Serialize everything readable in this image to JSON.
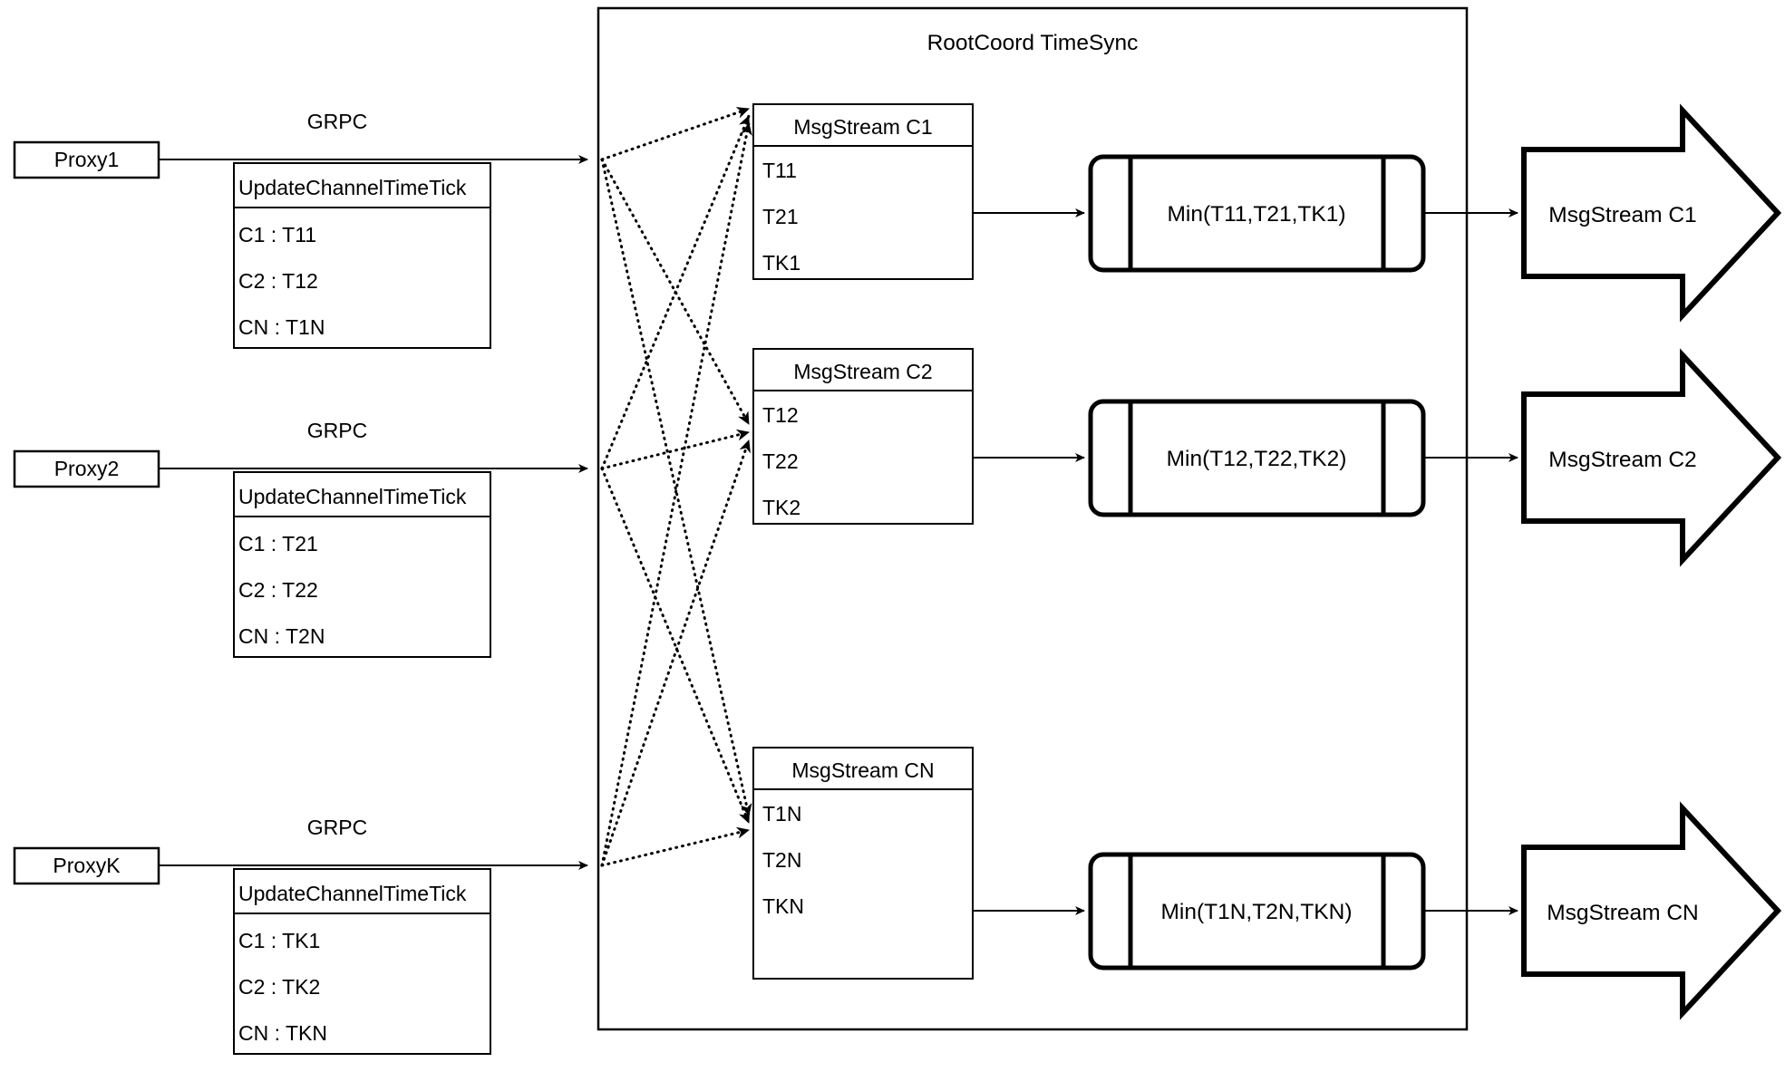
{
  "diagram": {
    "title": "RootCoord TimeSync",
    "container_label": "RootCoord TimeSync",
    "link_label": "GRPC",
    "colors": {
      "stroke": "#000000",
      "background": "#ffffff",
      "text": "#000000"
    }
  },
  "proxies": [
    {
      "name": "Proxy1",
      "grpc_label": "GRPC",
      "message": {
        "header": "UpdateChannelTimeTick",
        "rows": [
          "C1 :  T11",
          "C2 :  T12",
          "CN : T1N"
        ]
      }
    },
    {
      "name": "Proxy2",
      "grpc_label": "GRPC",
      "message": {
        "header": "UpdateChannelTimeTick",
        "rows": [
          "C1 :  T21",
          "C2 :  T22",
          "CN : T2N"
        ]
      }
    },
    {
      "name": "ProxyK",
      "grpc_label": "GRPC",
      "message": {
        "header": "UpdateChannelTimeTick",
        "rows": [
          "C1 :  TK1",
          "C2 :  TK2",
          "CN : TKN"
        ]
      }
    }
  ],
  "channels": [
    {
      "stream": {
        "header": "MsgStream C1",
        "rows": [
          "T11",
          "T21",
          "TK1"
        ]
      },
      "process": "Min(T11,T21,TK1)",
      "output": "MsgStream C1"
    },
    {
      "stream": {
        "header": "MsgStream C2",
        "rows": [
          "T12",
          "T22",
          "TK2"
        ]
      },
      "process": "Min(T12,T22,TK2)",
      "output": "MsgStream C2"
    },
    {
      "stream": {
        "header": "MsgStream CN",
        "rows": [
          "T1N",
          "T2N",
          "TKN"
        ]
      },
      "process": "Min(T1N,T2N,TKN)",
      "output": "MsgStream CN"
    }
  ]
}
